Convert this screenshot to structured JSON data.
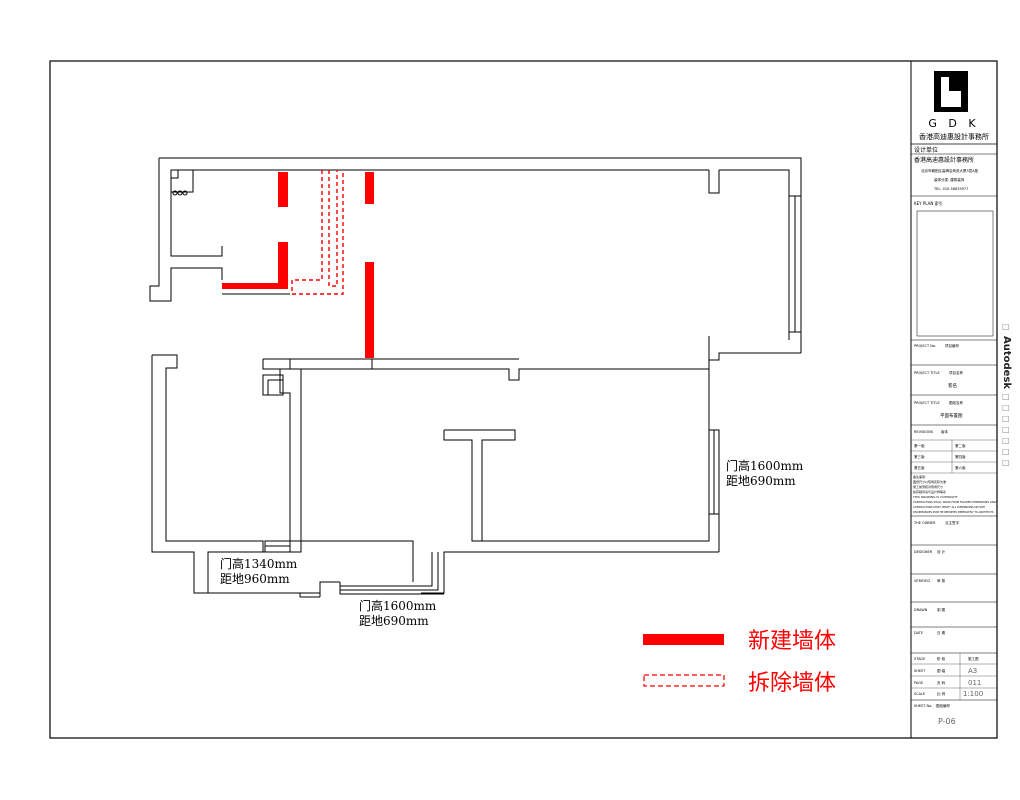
{
  "colors": {
    "new_wall": "#ff0000",
    "line": "#000000",
    "paper": "#ffffff"
  },
  "floor_plan": {
    "door_notes": [
      {
        "line1": "门高1600mm",
        "line2": "距地690mm"
      },
      {
        "line1": "门高1340mm",
        "line2": "距地960mm"
      },
      {
        "line1": "门高1600mm",
        "line2": "距地690mm"
      }
    ]
  },
  "legend": {
    "new_wall": "新建墙体",
    "demolished_wall": "拆除墙体"
  },
  "title_block": {
    "logo_text": "G D K",
    "company_cn": "香港高迪惠設計事務所",
    "design_unit_label": "设计单位",
    "design_unit_name": "香港高迪惠設計事務所",
    "address_line1": "北京市朝阳区高碑店商务大厦5层A座",
    "address_line2": "装饰分类: 建筑装饰",
    "address_line3": "TEL: 010-58635977",
    "key_plan_label": "KEY PLAN 索引",
    "project_no_label": "PROJECT No.",
    "project_no_value": "项目编号",
    "project_title_label": "PROJECT TITLE",
    "project_title_cn": "项目名称",
    "project_title_value": "客名",
    "project_title2_label": "PROJECT TITLE",
    "project_title2_cn": "图纸名称",
    "project_title2_value": "平面布置图",
    "revisions_label": "REVISIONS",
    "revisions_cn": "版本",
    "rev_row1_a": "第一版",
    "rev_row1_b": "第二版",
    "rev_row2_a": "第三版",
    "rev_row2_b": "第四版",
    "rev_row3_a": "第五版",
    "rev_row3_b": "第六版",
    "notes": [
      "备注事项:",
      "图纸尺寸以现场实际为准",
      "施工前须核对现场尺寸",
      "如有疑问请与设计师联系",
      "THIS DRAWING IS COPYRIGHT",
      "CONTRACTORS SHALL WORK FROM FIGURED DIMENSIONS ONLY",
      "CONTRACTORS MUST VERIFY ALL DIMENSIONS ON SITE",
      "DISCREPANCIES MUST BE REPORTED IMMEDIATELY TO ARCHITECTS"
    ],
    "owner_label": "THE OWNER",
    "owner_value": "业主签字",
    "designer_label": "DESIGNER",
    "designer_cn": "设 计",
    "verified_label": "VERIFIED",
    "verified_cn": "审 核",
    "drawn_label": "DRAWN",
    "drawn_cn": "制 图",
    "date_label": "DATE",
    "date_cn": "日 期",
    "stage_label": "STAGE",
    "stage_cn": "阶 段",
    "stage_value": "施工图",
    "sheet_label": "SHEET",
    "sheet_cn": "图 幅",
    "sheet_value": "A3",
    "page_label": "PAGE",
    "page_cn": "页 码",
    "page_value": "011",
    "scale_label": "SCALE",
    "scale_cn": "比 例",
    "scale_value": "1:100",
    "sheet_no_label": "SHEET No.",
    "sheet_no_cn": "图纸编号",
    "sheet_no_value": "P-06"
  },
  "autodesk": {
    "label": "Autodesk",
    "boxes": [
      "□",
      "□",
      "□",
      "□",
      "□",
      "□",
      "□",
      "□"
    ]
  }
}
